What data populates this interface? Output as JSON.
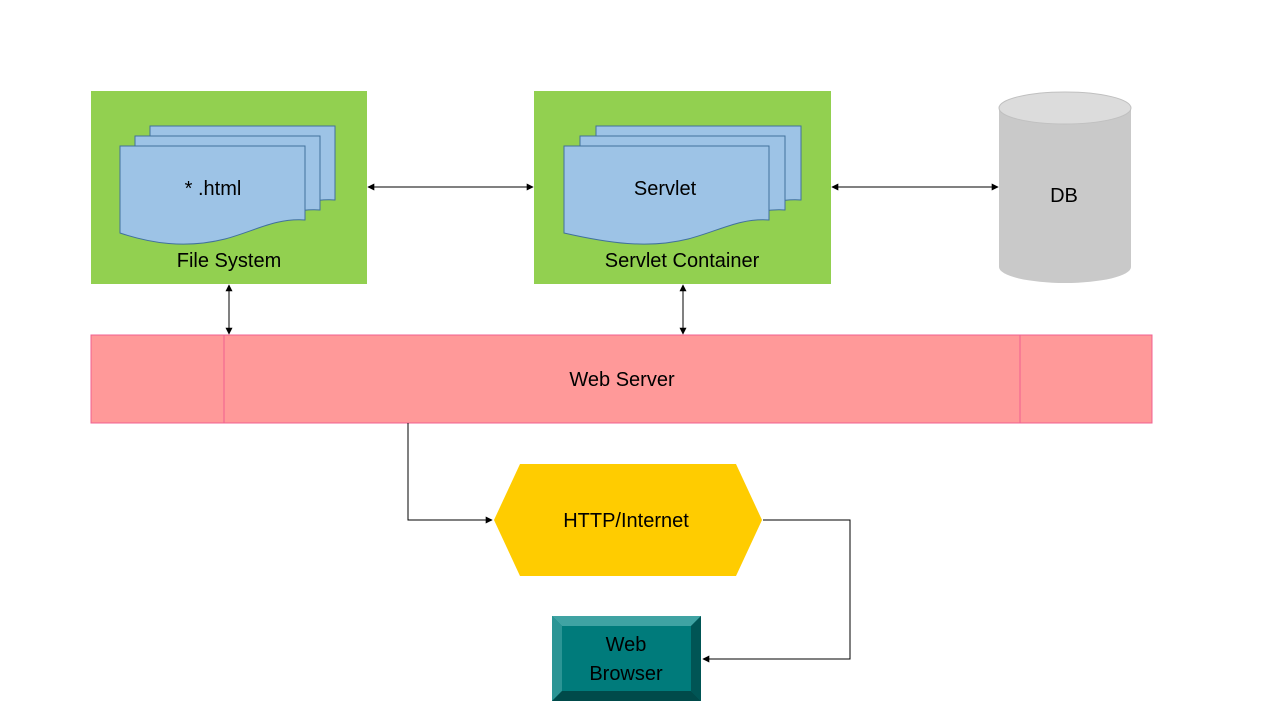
{
  "diagram": {
    "file_system": {
      "document_label": "* .html",
      "container_label": "File System"
    },
    "servlet_container": {
      "document_label": "Servlet",
      "container_label": "Servlet Container"
    },
    "database": {
      "label": "DB"
    },
    "web_server": {
      "label": "Web Server"
    },
    "http": {
      "label": "HTTP/Internet"
    },
    "browser": {
      "label_line1": "Web",
      "label_line2": "Browser"
    }
  },
  "colors": {
    "container_green": "#92d050",
    "document_blue": "#9dc3e6",
    "document_stroke": "#41719c",
    "db_gray": "#c9c9c9",
    "db_top": "#dcdcdc",
    "web_server_pink": "#ff9999",
    "web_server_stroke": "#f06090",
    "http_yellow": "#ffcc00",
    "browser_teal": "#007b7b",
    "connector": "#000000"
  }
}
